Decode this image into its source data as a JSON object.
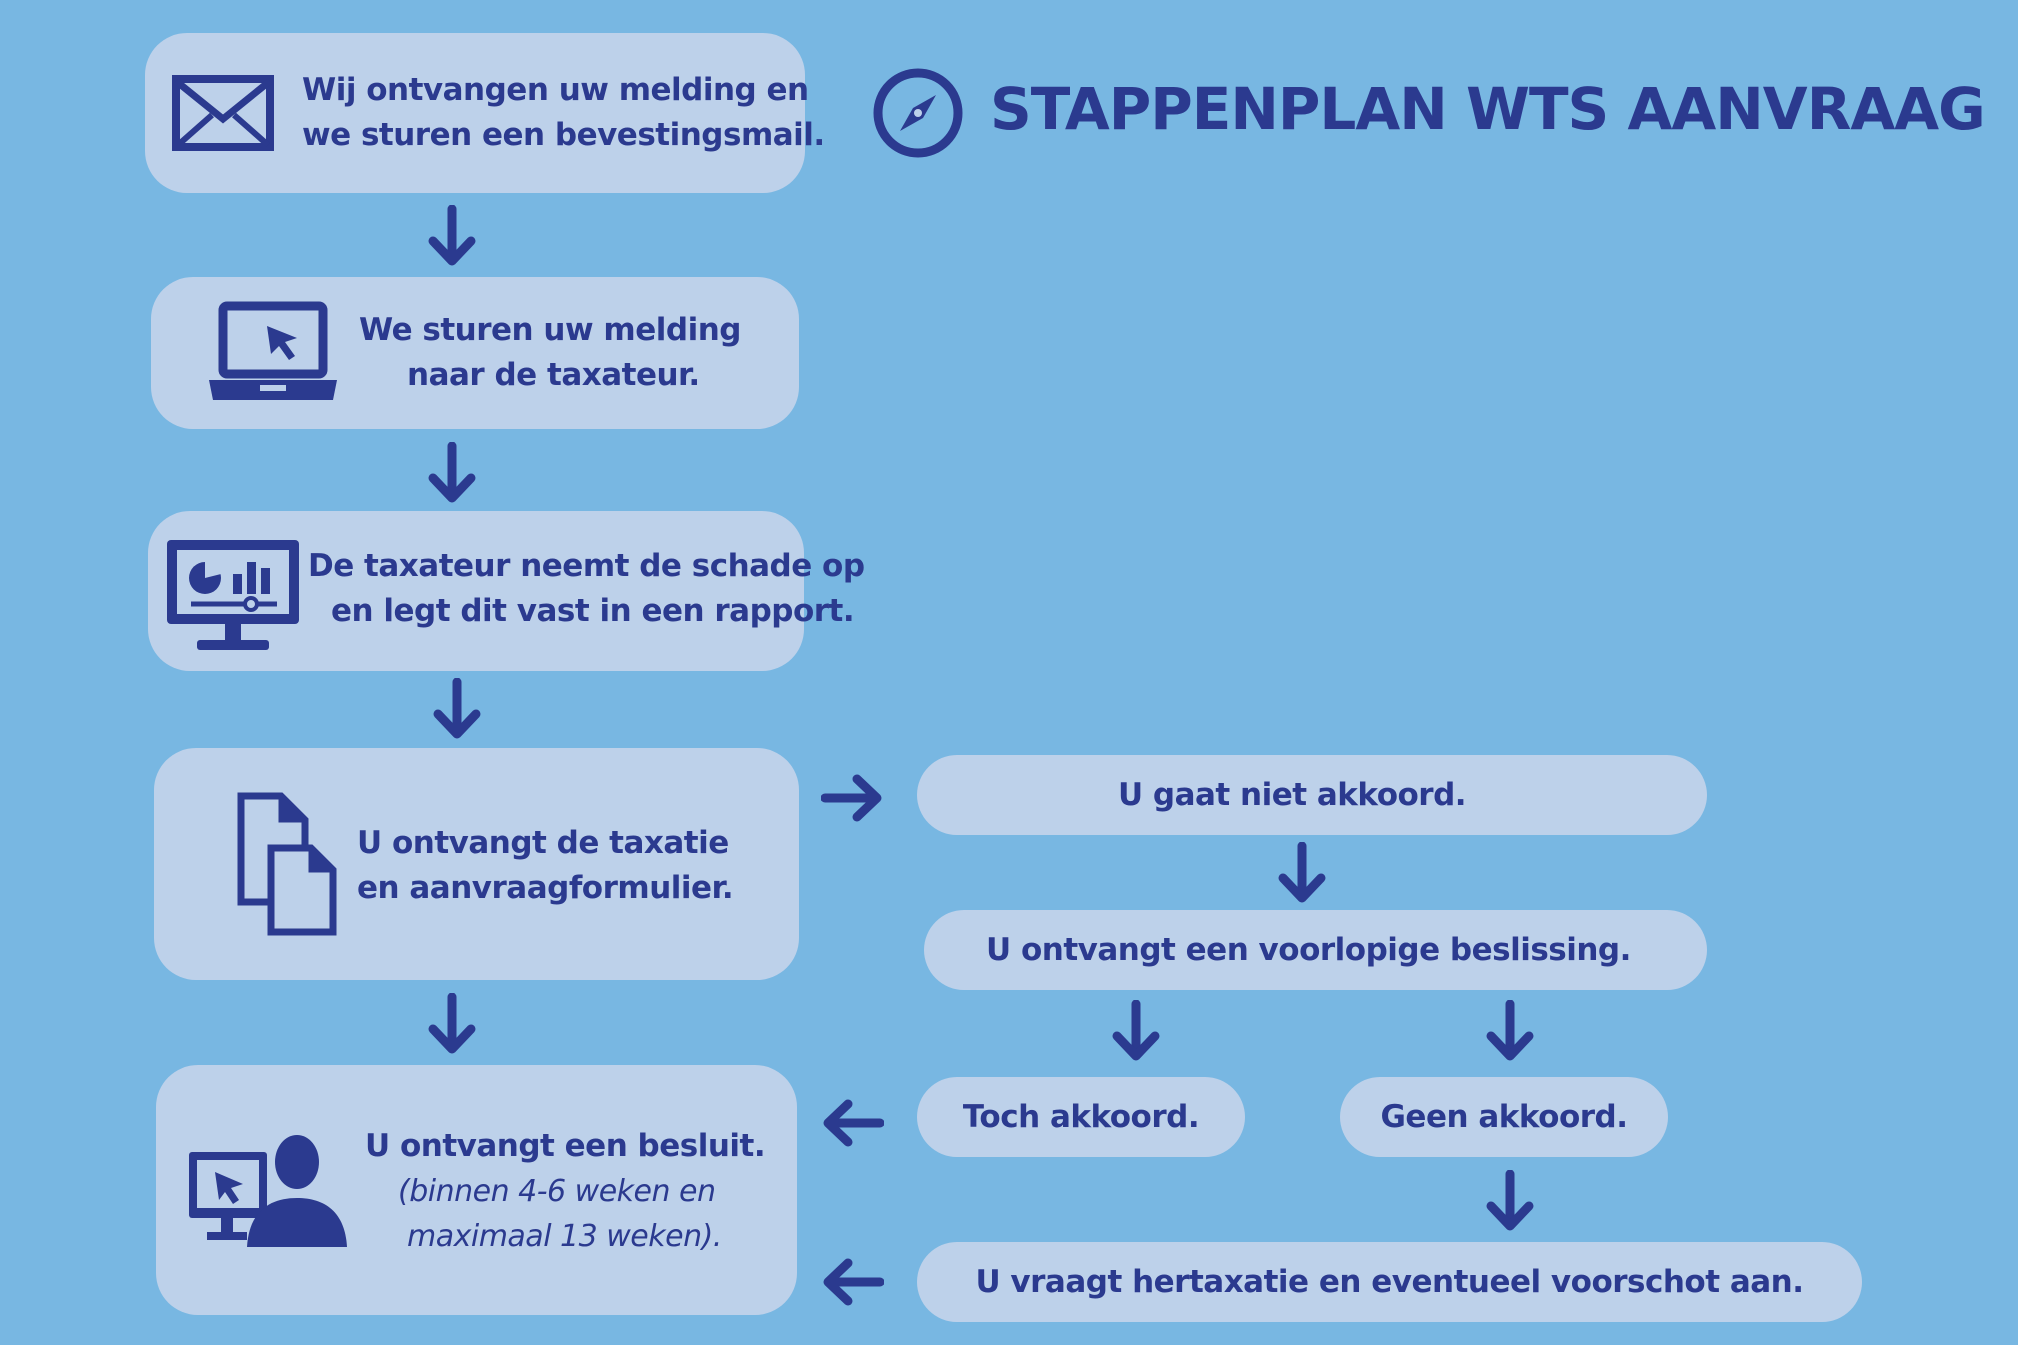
{
  "title": "STAPPENPLAN WTS AANVRAAG",
  "steps": {
    "mail": [
      "Wij ontvangen uw melding en",
      "we sturen een bevestingsmail."
    ],
    "send": [
      "We sturen uw melding",
      "naar de taxateur."
    ],
    "report": [
      "De taxateur neemt de schade op",
      "en legt dit vast in een rapport."
    ],
    "receive": [
      "U ontvangt de taxatie",
      "en aanvraagformulier."
    ],
    "decision": {
      "line1": "U ontvangt een besluit.",
      "line2": "(binnen 4-6 weken en",
      "line3": "maximaal 13 weken)."
    }
  },
  "branch": {
    "not_agree": "U gaat niet akkoord.",
    "provisional": "U ontvangt een voorlopige beslissing.",
    "agree_anyway": "Toch akkoord.",
    "no_agree": "Geen akkoord.",
    "reappraisal": "U vraagt hertaxatie en eventueel voorschot aan."
  },
  "colors": {
    "background": "#78b7e2",
    "box": "#bdd1ea",
    "ink": "#2b3a8f"
  },
  "icons": [
    "envelope-icon",
    "laptop-icon",
    "monitor-chart-icon",
    "documents-icon",
    "person-computer-icon",
    "compass-icon"
  ]
}
